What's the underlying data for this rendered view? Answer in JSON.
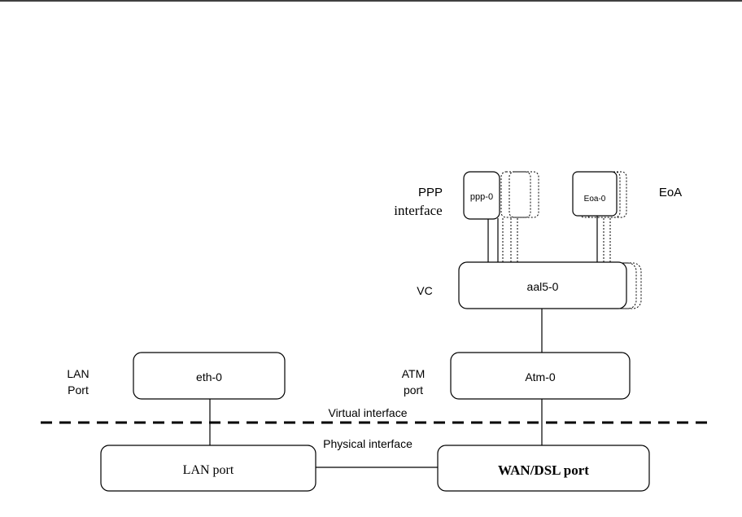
{
  "labels": {
    "ppp_interface_line1": "PPP",
    "ppp_interface_line2": "interface",
    "eoa": "EoA",
    "vc": "VC",
    "atm_port_line1": "ATM",
    "atm_port_line2": "port",
    "lan_port_line1": "LAN",
    "lan_port_line2": "Port",
    "virtual_interface": "Virtual interface",
    "physical_interface": "Physical interface"
  },
  "nodes": {
    "ppp0": "ppp-0",
    "eoa0": "Eoa-0",
    "aal50": "aal5-0",
    "atm0": "Atm-0",
    "eth0": "eth-0",
    "lan_port": "LAN port",
    "wan_dsl_port": "WAN/DSL port"
  }
}
